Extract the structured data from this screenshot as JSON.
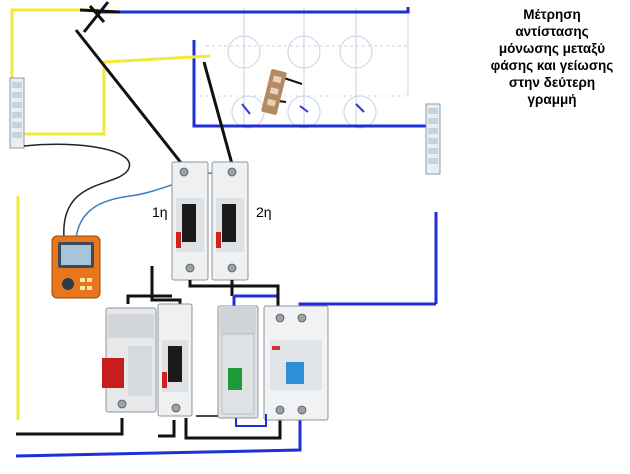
{
  "caption": {
    "lines": [
      "Μέτρηση",
      "αντίστασης",
      "μόνωσης μεταξύ",
      "φάσης και γείωσης",
      "στην δεύτερη",
      "γραμμή"
    ]
  },
  "breakers": {
    "first_label": "1η",
    "second_label": "2η"
  },
  "colors": {
    "phase": "#000000",
    "neutral": "#1f2fd6",
    "earth": "#f2ea3a",
    "tester_lead": "#3a7fc4",
    "tester_body": "#e8761c"
  }
}
